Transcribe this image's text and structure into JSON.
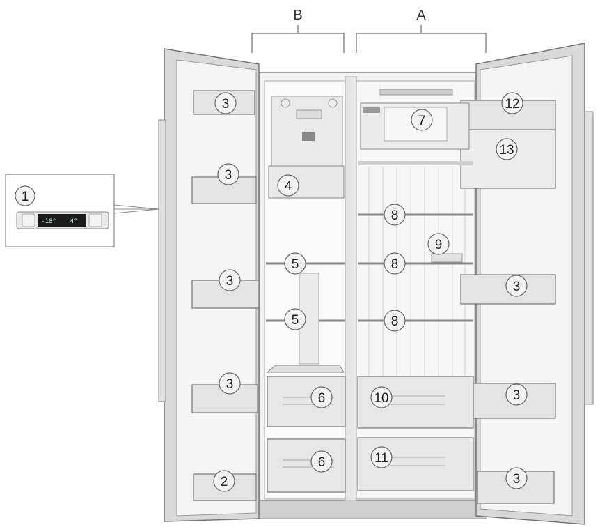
{
  "sections": {
    "freezer": "B",
    "fridge": "A"
  },
  "control_panel": {
    "callout": "1",
    "freezer_temp_readout": "-18°",
    "fridge_temp_readout": "4°"
  },
  "callouts": {
    "door_shelf": "3",
    "bottom_door_shelf": "2",
    "ice_maker": "4",
    "freezer_shelf": "5",
    "freezer_drawer": "6",
    "fridge_light_box": "7",
    "fridge_shelf": "8",
    "bottle_holder": "9",
    "crisper_upper": "10",
    "crisper_lower": "11",
    "door_compartment_lid": "12",
    "door_compartment": "13"
  }
}
